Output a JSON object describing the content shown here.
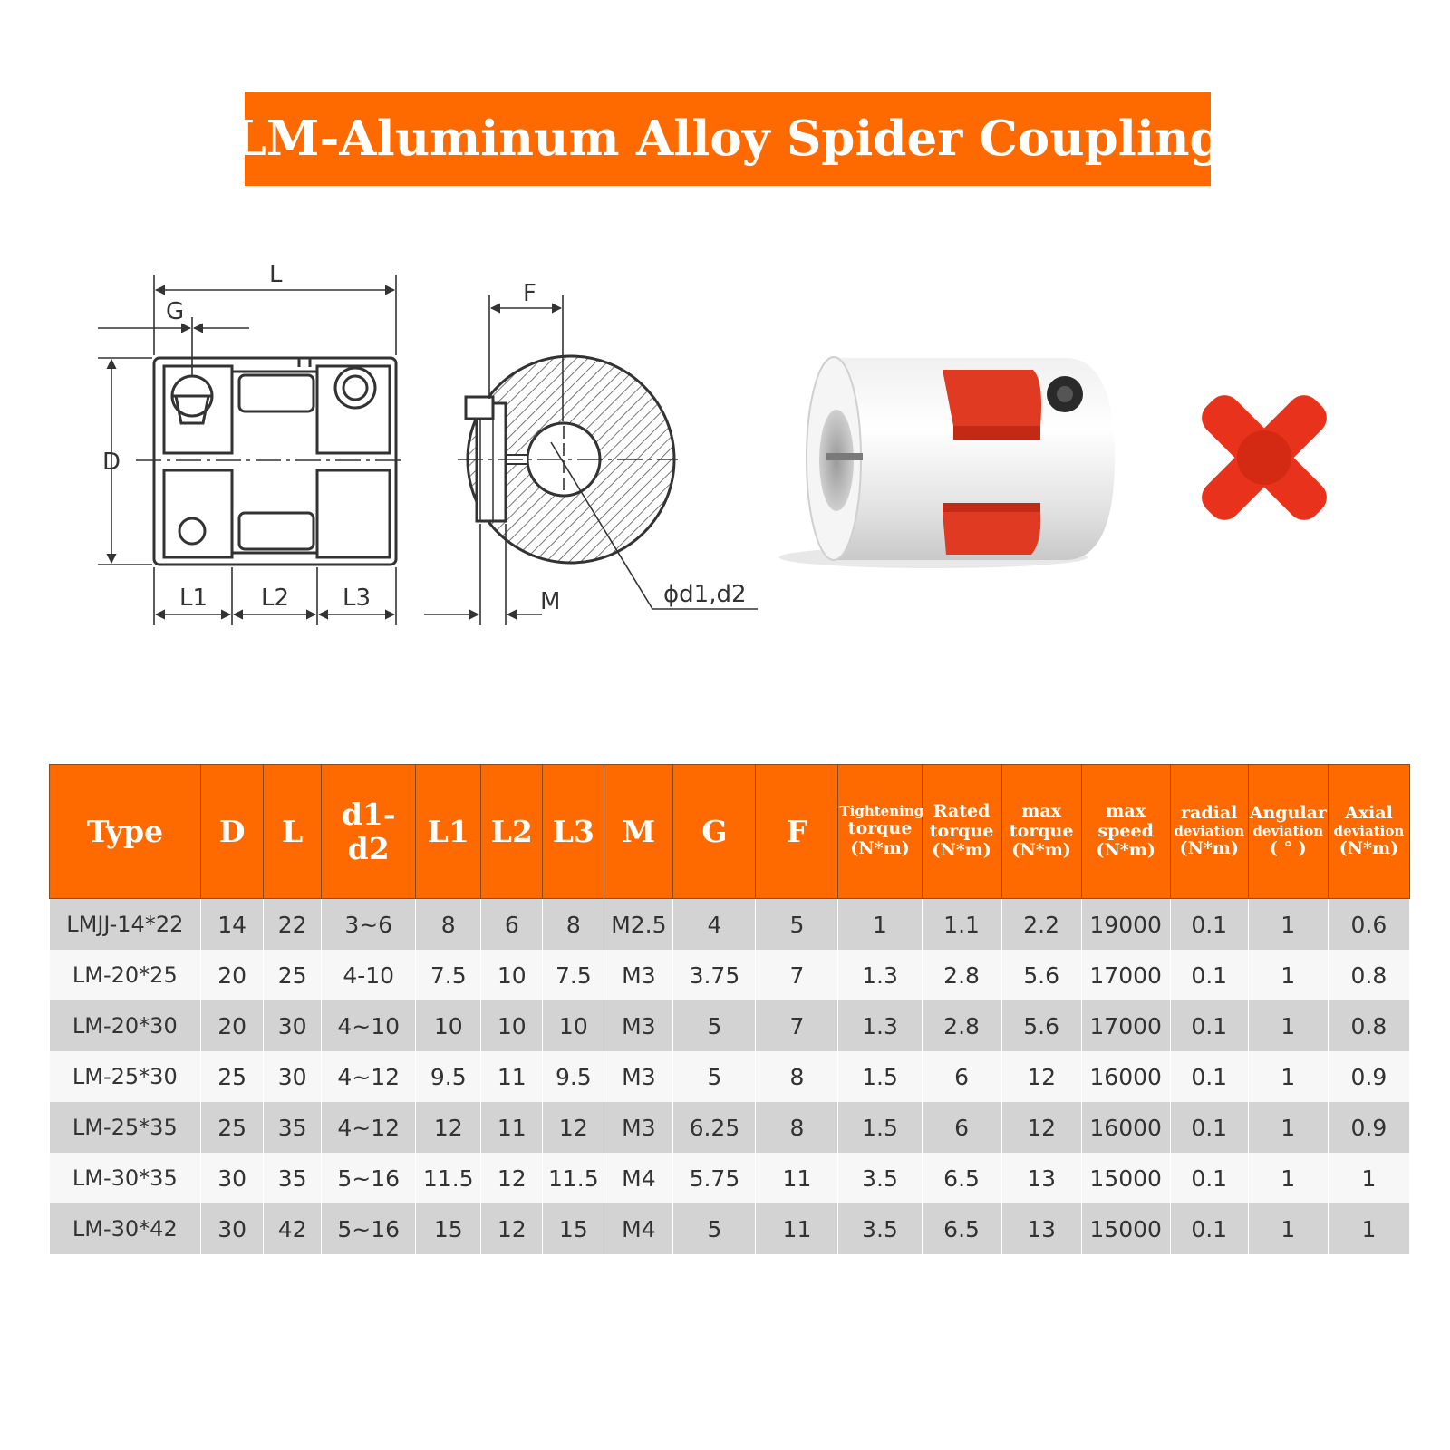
{
  "colors": {
    "accent": "#ff6a00",
    "drawing": "#333333",
    "spider": "#e8321c",
    "row_shade": "#d3d3d3"
  },
  "title": "LM-Aluminum Alloy Spider Coupling",
  "diagram": {
    "labels": {
      "L": "L",
      "G": "G",
      "D": "D",
      "L1": "L1",
      "L2": "L2",
      "L3": "L3",
      "F": "F",
      "M": "M",
      "bore": "ϕd1,d2"
    },
    "images": [
      "coupling-photo",
      "spider-insert-photo"
    ]
  },
  "table": {
    "headers": [
      {
        "lines": [
          "Type"
        ]
      },
      {
        "lines": [
          "D"
        ]
      },
      {
        "lines": [
          "L"
        ]
      },
      {
        "lines": [
          "d1-d2"
        ]
      },
      {
        "lines": [
          "L1"
        ]
      },
      {
        "lines": [
          "L2"
        ]
      },
      {
        "lines": [
          "L3"
        ]
      },
      {
        "lines": [
          "M"
        ]
      },
      {
        "lines": [
          "G"
        ]
      },
      {
        "lines": [
          "F"
        ]
      },
      {
        "lines": [
          "Tightening",
          "torque",
          "(N*m)"
        ]
      },
      {
        "lines": [
          "Rated",
          "torque",
          "(N*m)"
        ]
      },
      {
        "lines": [
          "max",
          "torque",
          "(N*m)"
        ]
      },
      {
        "lines": [
          "max",
          "speed",
          "(N*m)"
        ]
      },
      {
        "lines": [
          "radial",
          "deviation",
          "(N*m)"
        ]
      },
      {
        "lines": [
          "Angular",
          "deviation",
          "( ° )"
        ]
      },
      {
        "lines": [
          "Axial",
          "deviation",
          "(N*m)"
        ]
      }
    ],
    "rows": [
      [
        "LMJJ-14*22",
        "14",
        "22",
        "3~6",
        "8",
        "6",
        "8",
        "M2.5",
        "4",
        "5",
        "1",
        "1.1",
        "2.2",
        "19000",
        "0.1",
        "1",
        "0.6"
      ],
      [
        "LM-20*25",
        "20",
        "25",
        "4-10",
        "7.5",
        "10",
        "7.5",
        "M3",
        "3.75",
        "7",
        "1.3",
        "2.8",
        "5.6",
        "17000",
        "0.1",
        "1",
        "0.8"
      ],
      [
        "LM-20*30",
        "20",
        "30",
        "4~10",
        "10",
        "10",
        "10",
        "M3",
        "5",
        "7",
        "1.3",
        "2.8",
        "5.6",
        "17000",
        "0.1",
        "1",
        "0.8"
      ],
      [
        "LM-25*30",
        "25",
        "30",
        "4~12",
        "9.5",
        "11",
        "9.5",
        "M3",
        "5",
        "8",
        "1.5",
        "6",
        "12",
        "16000",
        "0.1",
        "1",
        "0.9"
      ],
      [
        "LM-25*35",
        "25",
        "35",
        "4~12",
        "12",
        "11",
        "12",
        "M3",
        "6.25",
        "8",
        "1.5",
        "6",
        "12",
        "16000",
        "0.1",
        "1",
        "0.9"
      ],
      [
        "LM-30*35",
        "30",
        "35",
        "5~16",
        "11.5",
        "12",
        "11.5",
        "M4",
        "5.75",
        "11",
        "3.5",
        "6.5",
        "13",
        "15000",
        "0.1",
        "1",
        "1"
      ],
      [
        "LM-30*42",
        "30",
        "42",
        "5~16",
        "15",
        "12",
        "15",
        "M4",
        "5",
        "11",
        "3.5",
        "6.5",
        "13",
        "15000",
        "0.1",
        "1",
        "1"
      ]
    ]
  }
}
